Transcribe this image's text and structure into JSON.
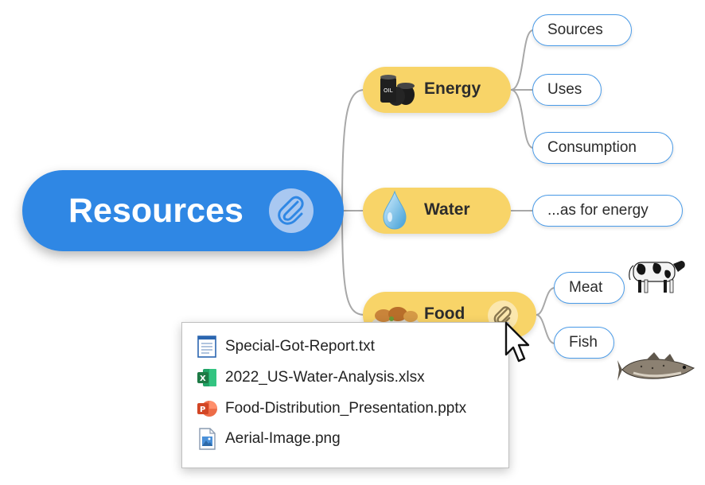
{
  "mindmap": {
    "root": {
      "label": "Resources",
      "attachment_icon": "paperclip-icon"
    },
    "branches": [
      {
        "key": "energy",
        "label": "Energy",
        "image": "oil-barrels-icon",
        "children": [
          "Sources",
          "Uses",
          "Consumption"
        ]
      },
      {
        "key": "water",
        "label": "Water",
        "image": "water-drop-icon",
        "children": [
          "...as for energy"
        ]
      },
      {
        "key": "food",
        "label": "Food",
        "image": "food-platter-icon",
        "attachment_icon": "paperclip-icon",
        "children": [
          {
            "label": "Meat",
            "image": "cow-image"
          },
          {
            "label": "Fish",
            "image": "fish-image"
          }
        ]
      }
    ]
  },
  "attachments_menu": {
    "items": [
      {
        "name": "Special-Got-Report.txt",
        "icon": "text-file-icon"
      },
      {
        "name": "2022_US-Water-Analysis.xlsx",
        "icon": "excel-file-icon"
      },
      {
        "name": "Food-Distribution_Presentation.pptx",
        "icon": "powerpoint-file-icon"
      },
      {
        "name": "Aerial-Image.png",
        "icon": "image-file-icon"
      }
    ]
  },
  "colors": {
    "root_fill": "#2f87e4",
    "branch_fill": "#f8d468",
    "leaf_border": "#4a9be8",
    "connector": "#a8a8a8",
    "excel_green": "#1d7a45",
    "powerpoint_orange": "#d24625"
  },
  "cursor": "mouse-pointer-icon"
}
